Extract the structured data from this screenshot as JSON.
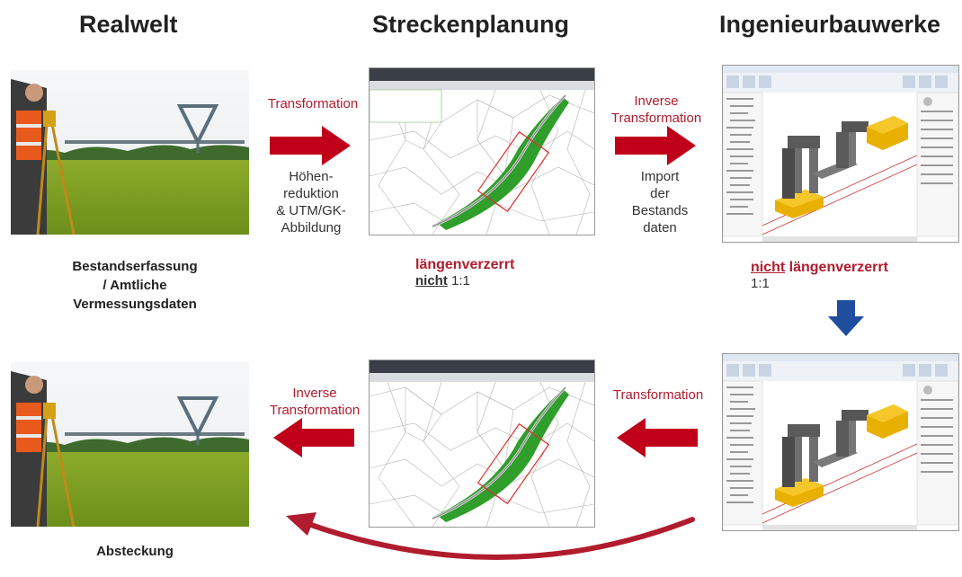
{
  "titles": {
    "realwelt": "Realwelt",
    "streckenplanung": "Streckenplanung",
    "ingenieurbauwerke": "Ingenieurbauwerke"
  },
  "captions": {
    "realwelt_top": [
      "Bestandserfassung",
      "/ Amtliche",
      "Vermessungsdaten"
    ],
    "realwelt_bottom": "Absteckung"
  },
  "arrows_top": {
    "left_label": "Transformation",
    "left_sub": [
      "Höhen-",
      "reduktion",
      "& UTM/GK-",
      "Abbildung"
    ],
    "right_label": [
      "Inverse",
      "Transformation"
    ],
    "right_sub": [
      "Import",
      "der",
      "Bestands",
      "daten"
    ]
  },
  "arrows_bottom": {
    "left_label": [
      "Inverse",
      "Transformation"
    ],
    "right_label": "Transformation"
  },
  "strecken_note": {
    "line1": "längenverzerrt",
    "line2_underlined": "nicht",
    "line2_rest": " 1:1"
  },
  "ingenieur_note": {
    "line1_underlined": "nicht",
    "line1_rest": " längenverzerrt",
    "line2": "1:1"
  },
  "colors": {
    "red": "#b01c2e",
    "arrow_red": "#c0001a",
    "blue": "#1f4e9e",
    "green": "#2f9e2a",
    "yellow": "#f0b400"
  }
}
